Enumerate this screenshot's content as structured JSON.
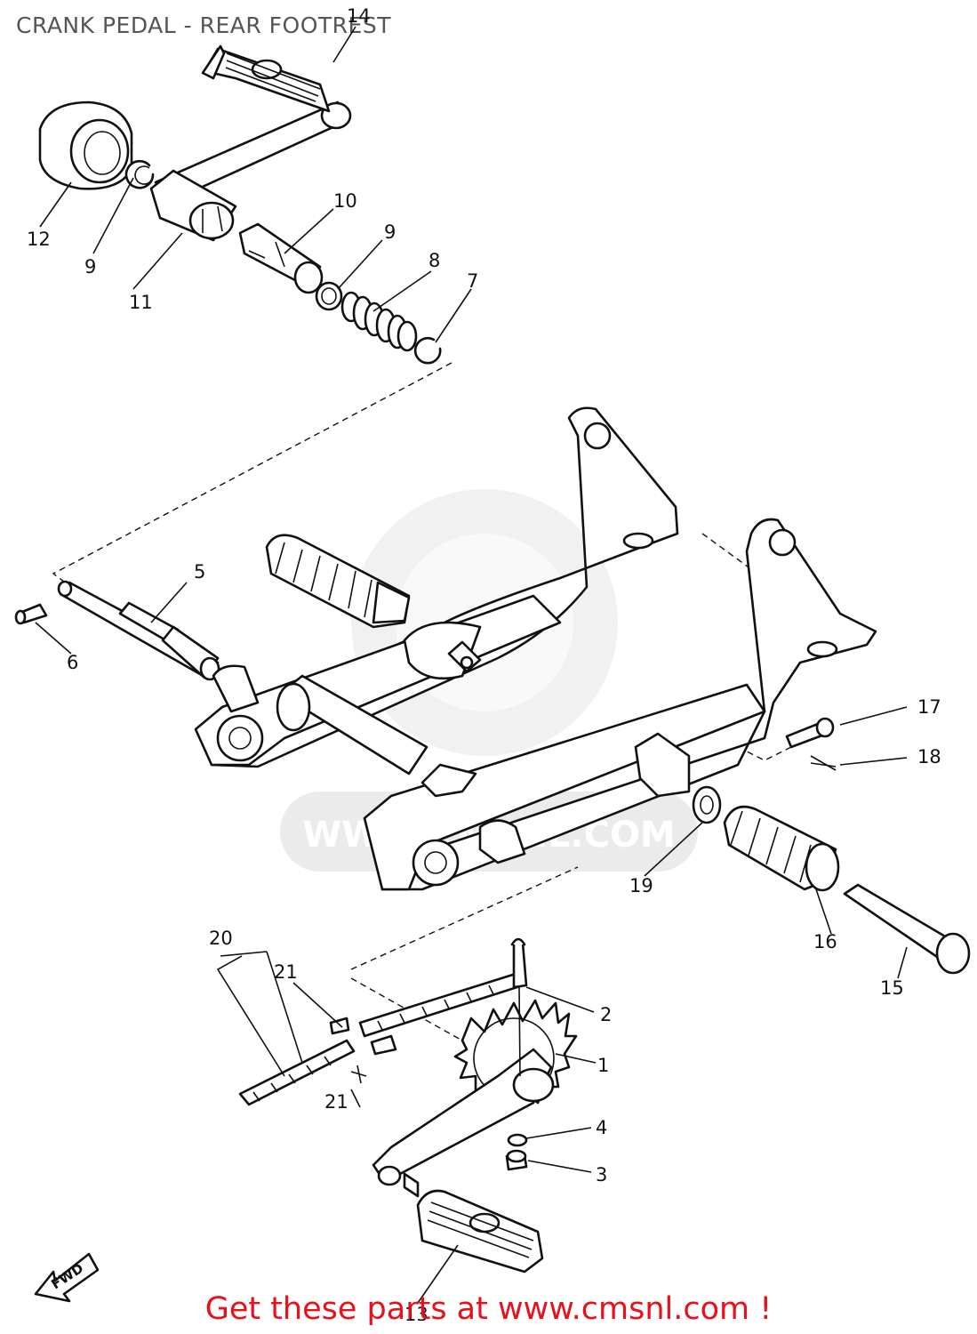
{
  "title": "CRANK PEDAL - REAR FOOTREST",
  "footer": {
    "cta_text": "Get these parts at www.cmsnl.com !"
  },
  "watermark": {
    "text": "WWW.CMSNL.COM",
    "color": "#e6e6e6"
  },
  "direction_marker": {
    "label": "FWD",
    "icon": "arrow-left-icon"
  },
  "callouts": [
    "1",
    "2",
    "3",
    "4",
    "5",
    "6",
    "7",
    "8",
    "9",
    "9",
    "10",
    "11",
    "12",
    "13",
    "14",
    "15",
    "16",
    "17",
    "18",
    "19",
    "20",
    "21"
  ],
  "colors": {
    "line": "#111111",
    "title": "#555555",
    "cta": "#e8101b",
    "background": "#ffffff"
  }
}
